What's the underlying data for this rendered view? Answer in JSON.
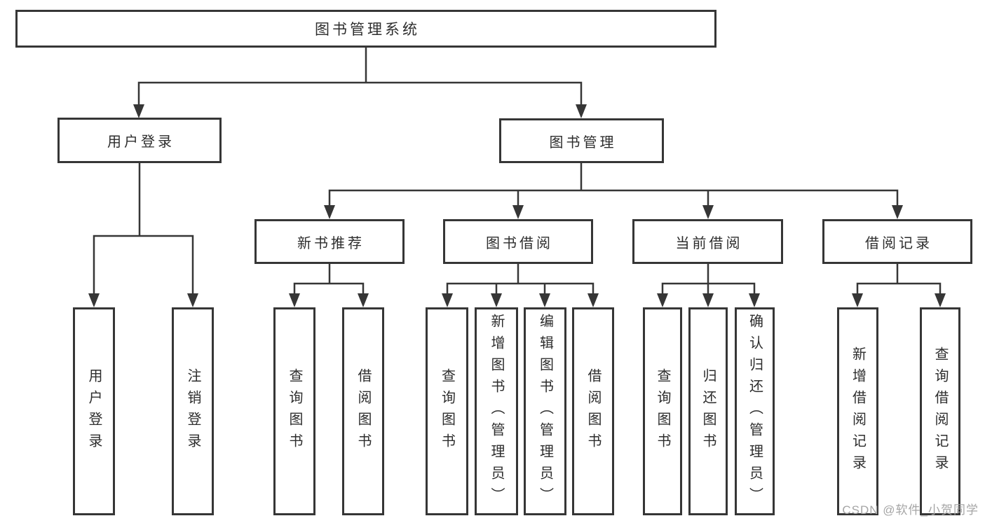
{
  "diagram": {
    "root": "图书管理系统",
    "level1": [
      "用户登录",
      "图书管理"
    ],
    "level2": [
      "新书推荐",
      "图书借阅",
      "当前借阅",
      "借阅记录"
    ],
    "leaves": {
      "login": [
        "用户登录",
        "注销登录"
      ],
      "recommend": [
        "查询图书",
        "借阅图书"
      ],
      "borrow": [
        "查询图书",
        "新增图书（管理员）",
        "编辑图书（管理员）",
        "借阅图书"
      ],
      "current": [
        "查询图书",
        "归还图书",
        "确认归还（管理员）"
      ],
      "records": [
        "新增借阅记录",
        "查询借阅记录"
      ]
    }
  },
  "watermark": "CSDN @软件_小贺同学",
  "colors": {
    "line": "#363636",
    "box_border": "#363636",
    "text": "#2d2d2d",
    "watermark": "#a5a5a5",
    "background": "#ffffff"
  }
}
